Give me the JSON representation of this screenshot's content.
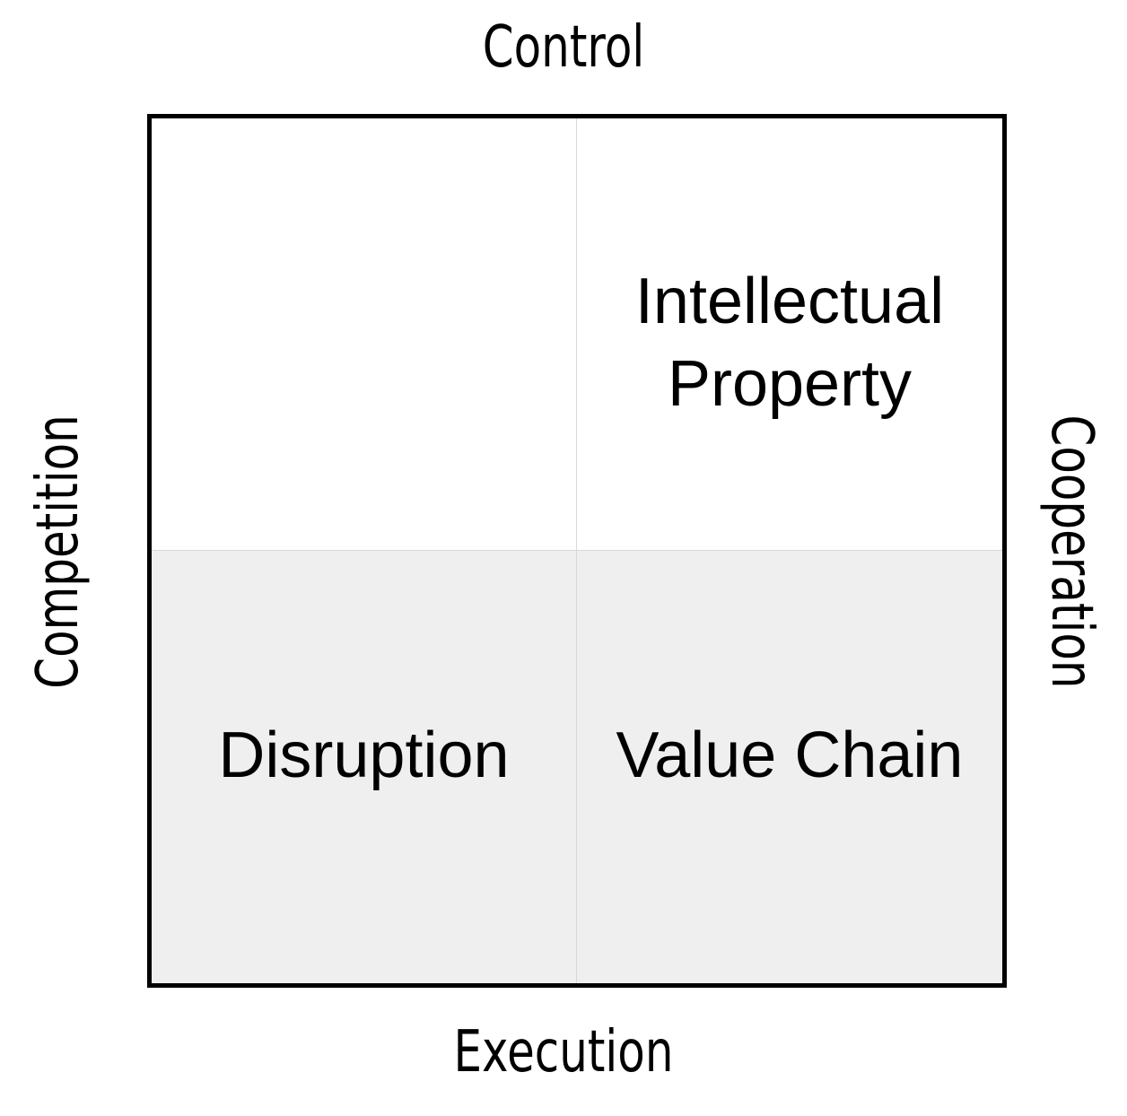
{
  "axes": {
    "top": "Control",
    "bottom": "Execution",
    "left": "Competition",
    "right": "Cooperation"
  },
  "quadrants": {
    "top_left": "",
    "top_right": [
      "Intellectual",
      "Property"
    ],
    "bottom_left": "Disruption",
    "bottom_right": "Value Chain"
  },
  "colors": {
    "border": "#000000",
    "top_fill": "#ffffff",
    "bottom_fill": "#efefef",
    "divider": "#d8d8d8"
  }
}
